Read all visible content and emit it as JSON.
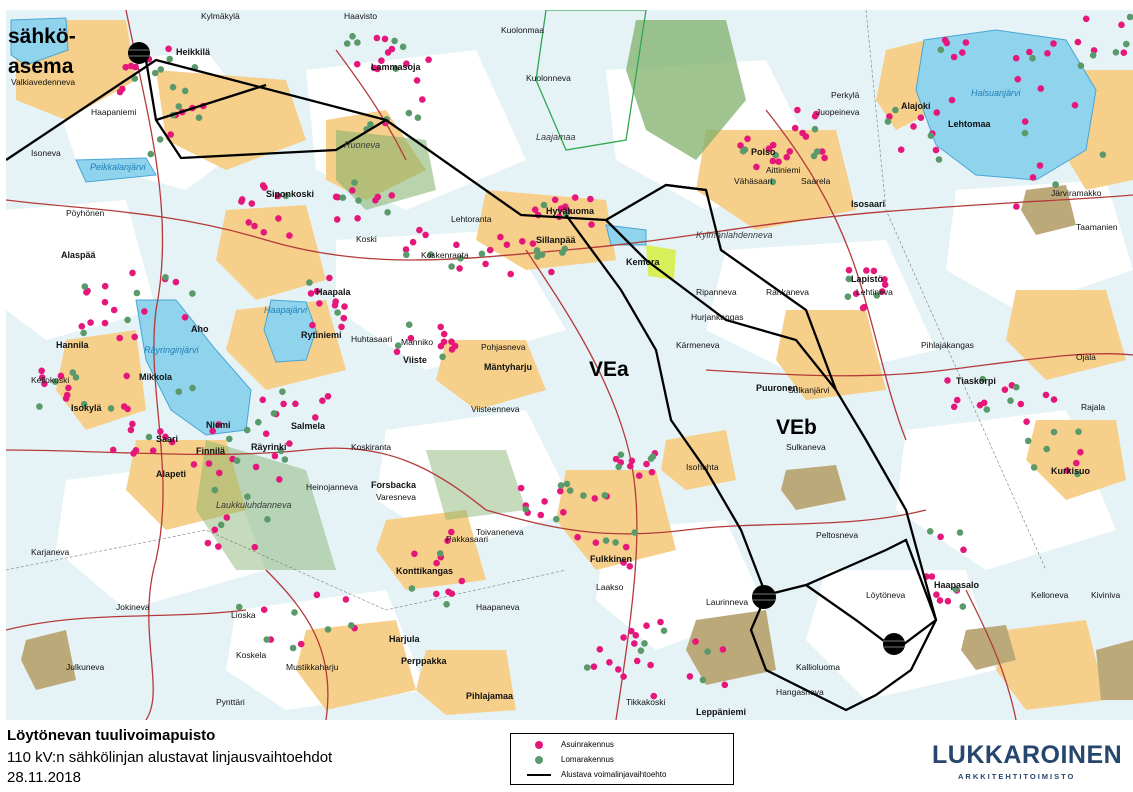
{
  "map": {
    "station_label": [
      "sähkö-",
      "asema"
    ],
    "route_labels": {
      "vea": "VEa",
      "veb": "VEb"
    },
    "lake_names": {
      "halsuanjarvi": "Halsuanjärvi",
      "rayringinjarvi": "Räyringinjärvi",
      "haapajarvi": "Haapajärvi",
      "peikkalanjarvi": "Peikkalanjärvi"
    },
    "bold_places": [
      "Heikkilä",
      "Lammasoja",
      "Siponkoski",
      "Alaspää",
      "Aho",
      "Hannila",
      "Haapala",
      "Rytiniemi",
      "Mikkola",
      "Isokylä",
      "Saari",
      "Niemi",
      "Salmela",
      "Räyrinki",
      "Finnilä",
      "Alapeti",
      "Forsbacka",
      "Konttikangas",
      "Harjula",
      "Perppakka",
      "Pihlajamaa",
      "Sillanpää",
      "Hyväluoma",
      "Kemora",
      "Polso",
      "Isosaari",
      "Lapistö",
      "Puuronen",
      "Fulkkinen",
      "Tiaskorpi",
      "Kurkisuo",
      "Haapasalo",
      "Lehtomaa",
      "Alajoki",
      "Leppäniemi",
      "Viiste",
      "Mäntyharju"
    ],
    "regular_places": [
      "Kylmäkylä",
      "Haavisto",
      "Valkiavedenneva",
      "Haapaniemi",
      "Isoneva",
      "Pöyhönen",
      "Kellokoski",
      "Kuolonmaa",
      "Kuolonneva",
      "Perkylä",
      "Juopeineva",
      "Saarela",
      "Vähäsaari",
      "Aittiniemi",
      "Järviramakko",
      "Taamanien",
      "Ripanneva",
      "Rahkaneva",
      "Lehtineva",
      "Kärmeneva",
      "Hurjankangas",
      "Sulkanjärvi",
      "Pihlajakangas",
      "Ojala",
      "Rajala",
      "Isohuhta",
      "Peltosneva",
      "Löytöneva",
      "Laurinneva",
      "Hangasneva",
      "Kelloneva",
      "Kiviniva",
      "Toivaneneva",
      "Haapaneva",
      "Jokineva",
      "Julkuneva",
      "Mustikkaharju",
      "Pynttäri",
      "Koskela",
      "Varesneva",
      "Heinojanneva",
      "Koskiranta",
      "Manniko",
      "Huhtasaari",
      "Lehtoranta",
      "Koski",
      "Koskenranta",
      "Pakkasaari",
      "Laakso",
      "Karjaneva",
      "Lioska",
      "Tikkakoski",
      "Kallioluoma",
      "Viisteenneva",
      "Pohjasneva",
      "Sulkaneva"
    ],
    "area_names": {
      "ruoneva": "Ruoneva",
      "laajamaa": "Laajamaa",
      "kylmalahdenneva": "Kylmänlahdenneva",
      "laukkuluhdanneva": "Laukkuluhdanneva"
    }
  },
  "footer": {
    "title": "Löytönevan tuulivoimapuisto",
    "subtitle": "110 kV:n sähkölinjan alustavat linjausvaihtoehdot",
    "date": "28.11.2018"
  },
  "legend": {
    "items": [
      {
        "label": "Asuinrakennus",
        "color": "#e5177a",
        "symbol": "dot"
      },
      {
        "label": "Lomarakennus",
        "color": "#5a9a6a",
        "symbol": "dot"
      },
      {
        "label": "Alustava voimalinjavaihtoehto",
        "color": "#000000",
        "symbol": "line"
      }
    ]
  },
  "logo": {
    "name": "LUKKAROINEN",
    "tagline": "ARKKITEHTITOIMISTO",
    "color": "#26466d"
  },
  "colors": {
    "water": "#8fd3ec",
    "wetland": "#e6f3f6",
    "field": "#f6cf8a",
    "forest": "#ffffff",
    "mire": "#bca97a",
    "protected": "#7fb069",
    "road": "#b43a3a",
    "residential": "#e5177a",
    "holiday": "#5a9a6a",
    "powerline": "#000000"
  }
}
